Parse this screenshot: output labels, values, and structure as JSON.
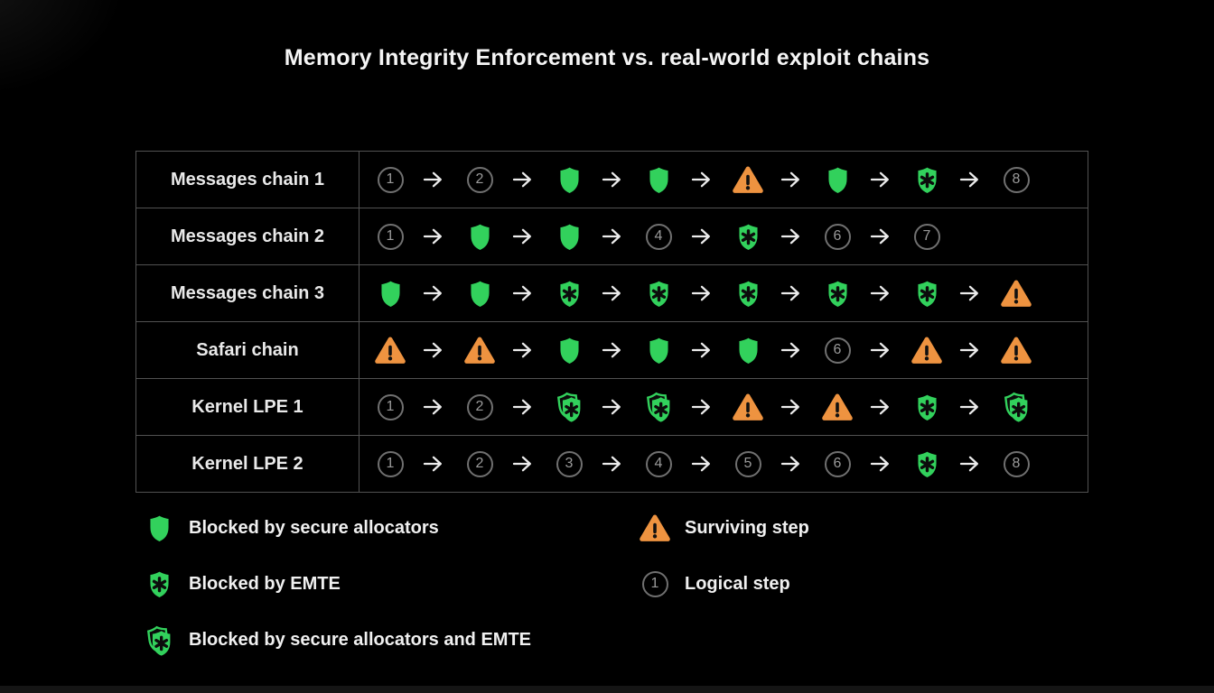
{
  "title": "Memory Integrity Enforcement vs. real-world exploit chains",
  "colors": {
    "green": "#32d15c",
    "orange": "#ee9340",
    "circle_gray": "#707070",
    "arrow": "#ececec",
    "table_border": "#525252"
  },
  "icons": {
    "shield": "shield-icon",
    "emte": "emte-shield-icon",
    "both": "double-shield-icon",
    "warn": "warning-triangle-icon",
    "num": "logical-step-circle",
    "arrow": "arrow-icon"
  },
  "table": {
    "rows": [
      {
        "label": "Messages chain 1",
        "steps": [
          {
            "type": "num",
            "value": 1
          },
          {
            "type": "num",
            "value": 2
          },
          {
            "type": "shield"
          },
          {
            "type": "shield"
          },
          {
            "type": "warn"
          },
          {
            "type": "shield"
          },
          {
            "type": "emte"
          },
          {
            "type": "num",
            "value": 8
          }
        ]
      },
      {
        "label": "Messages chain 2",
        "steps": [
          {
            "type": "num",
            "value": 1
          },
          {
            "type": "shield"
          },
          {
            "type": "shield"
          },
          {
            "type": "num",
            "value": 4
          },
          {
            "type": "emte"
          },
          {
            "type": "num",
            "value": 6
          },
          {
            "type": "num",
            "value": 7
          }
        ]
      },
      {
        "label": "Messages chain 3",
        "steps": [
          {
            "type": "shield"
          },
          {
            "type": "shield"
          },
          {
            "type": "emte"
          },
          {
            "type": "emte"
          },
          {
            "type": "emte"
          },
          {
            "type": "emte"
          },
          {
            "type": "emte"
          },
          {
            "type": "warn"
          }
        ]
      },
      {
        "label": "Safari chain",
        "steps": [
          {
            "type": "warn"
          },
          {
            "type": "warn"
          },
          {
            "type": "shield"
          },
          {
            "type": "shield"
          },
          {
            "type": "shield"
          },
          {
            "type": "num",
            "value": 6
          },
          {
            "type": "warn"
          },
          {
            "type": "warn"
          }
        ]
      },
      {
        "label": "Kernel LPE 1",
        "steps": [
          {
            "type": "num",
            "value": 1
          },
          {
            "type": "num",
            "value": 2
          },
          {
            "type": "both"
          },
          {
            "type": "both"
          },
          {
            "type": "warn"
          },
          {
            "type": "warn"
          },
          {
            "type": "emte"
          },
          {
            "type": "both"
          }
        ]
      },
      {
        "label": "Kernel LPE 2",
        "steps": [
          {
            "type": "num",
            "value": 1
          },
          {
            "type": "num",
            "value": 2
          },
          {
            "type": "num",
            "value": 3
          },
          {
            "type": "num",
            "value": 4
          },
          {
            "type": "num",
            "value": 5
          },
          {
            "type": "num",
            "value": 6
          },
          {
            "type": "emte"
          },
          {
            "type": "num",
            "value": 8
          }
        ]
      }
    ]
  },
  "legend": {
    "left": [
      {
        "icon": "shield",
        "label": "Blocked by secure allocators"
      },
      {
        "icon": "emte",
        "label": "Blocked by EMTE"
      },
      {
        "icon": "both",
        "label": "Blocked by secure allocators and EMTE"
      }
    ],
    "right": [
      {
        "icon": "warn",
        "label": "Surviving step"
      },
      {
        "icon": "num",
        "value": 1,
        "label": "Logical step"
      }
    ]
  }
}
